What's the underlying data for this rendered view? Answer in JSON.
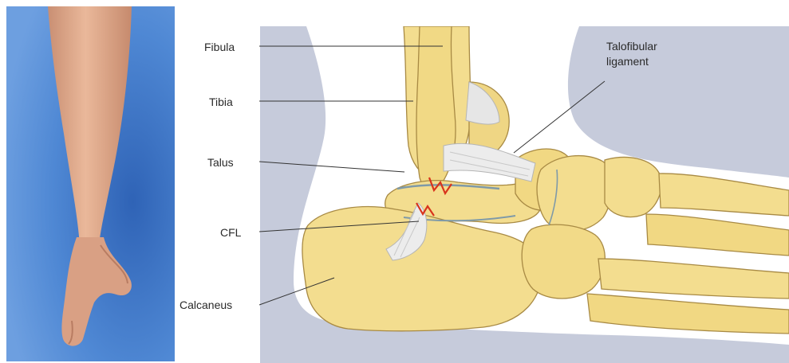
{
  "labels": {
    "fibula": "Fibula",
    "tibia": "Tibia",
    "talus": "Talus",
    "cfl": "CFL",
    "calcaneus": "Calcaneus",
    "talofibular_line1": "Talofibular",
    "talofibular_line2": "ligament"
  },
  "colors": {
    "photo_background": "#4f88d4",
    "skin": "#e2ad8f",
    "diagram_background": "#c6cbdb",
    "soft_tissue": "#ffffff",
    "bone": "#f3dd8f",
    "bone_outline": "#a88a44",
    "joint_line": "#7f9aa8",
    "ligament": "#ececec",
    "injury": "#d8331c",
    "leader_line": "#333333",
    "label_text": "#2a2a2a"
  }
}
